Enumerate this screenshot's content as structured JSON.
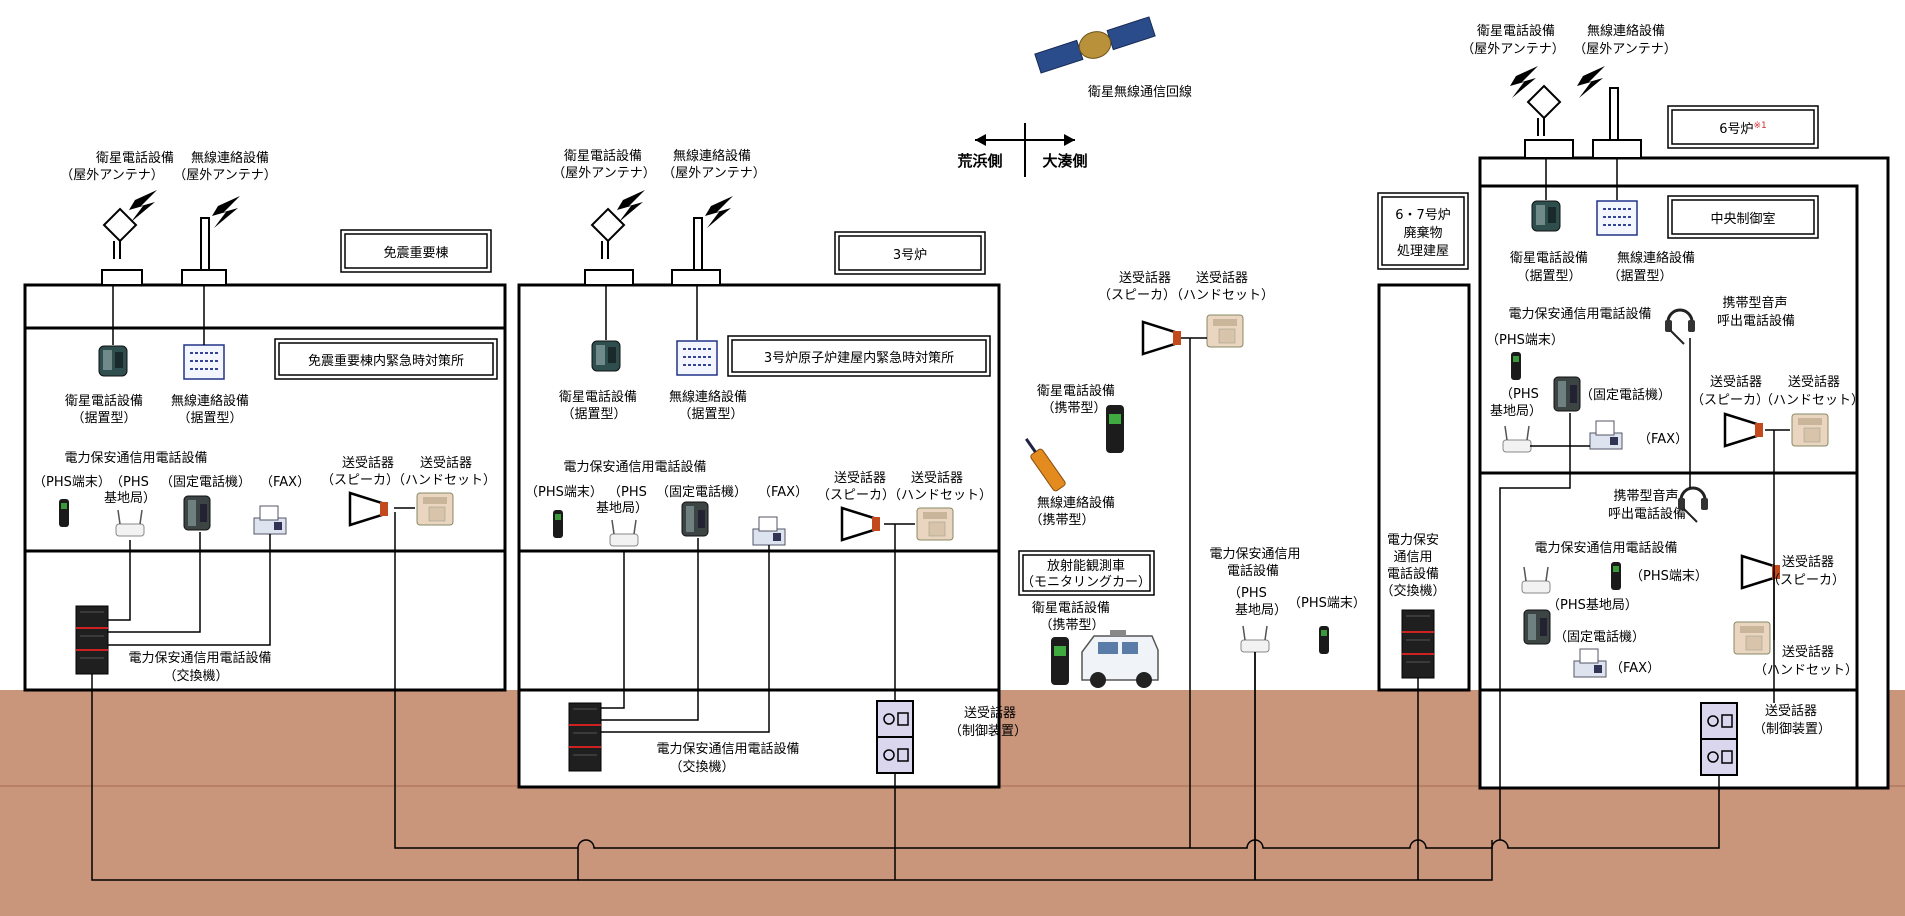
{
  "colors": {
    "ground": "#c9957b",
    "building_stroke": "#000000",
    "switch_stripe": "#cc2222",
    "control_fill": "#d9d6ee"
  },
  "satellite": {
    "label": "衛星無線通信回線"
  },
  "compass": {
    "west": "荒浜側",
    "east": "大湊側"
  },
  "labels": {
    "sat_phone": "衛星電話設備",
    "radio": "無線連絡設備",
    "outdoor_antenna": "（屋外アンテナ）",
    "stationary": "（据置型）",
    "portable": "（携帯型）",
    "transceiver": "送受話器",
    "speaker": "（スピーカ）",
    "handset": "（ハンドセット）",
    "controller": "（制御装置）",
    "power_phone": "電力保安通信用電話設備",
    "phs_terminal": "（PHS端末）",
    "phs": "（PHS",
    "base_station": "基地局）",
    "phs_base_full": "（PHS基地局）",
    "fixed_phone": "（固定電話機）",
    "fax": "（FAX）",
    "exchange": "（交換機）"
  },
  "menshin": {
    "title": "免震重要棟",
    "room": "免震重要棟内緊急時対策所"
  },
  "unit3": {
    "title": "3号炉",
    "room": "3号炉原子炉建屋内緊急時対策所"
  },
  "outdoor": {
    "monitoring_car": "放射能観測車",
    "monitoring_car_sub": "（モニタリングカー）",
    "power_phone_l1": "電力保安通信用",
    "power_phone_l2": "電話設備"
  },
  "waste": {
    "title_l1": "6・7号炉",
    "title_l2": "廃棄物",
    "title_l3": "処理建屋",
    "exch_l1": "電力保安",
    "exch_l2": "通信用",
    "exch_l3": "電話設備",
    "exch_l4": "（交換機）"
  },
  "unit6": {
    "title": "6号炉",
    "title_note": "※1",
    "room": "中央制御室",
    "headset_l1": "携帯型音声",
    "headset_l2": "呼出電話設備",
    "headset2_l1": "携帯型音声",
    "headset2_l2": "呼出電話設備"
  }
}
